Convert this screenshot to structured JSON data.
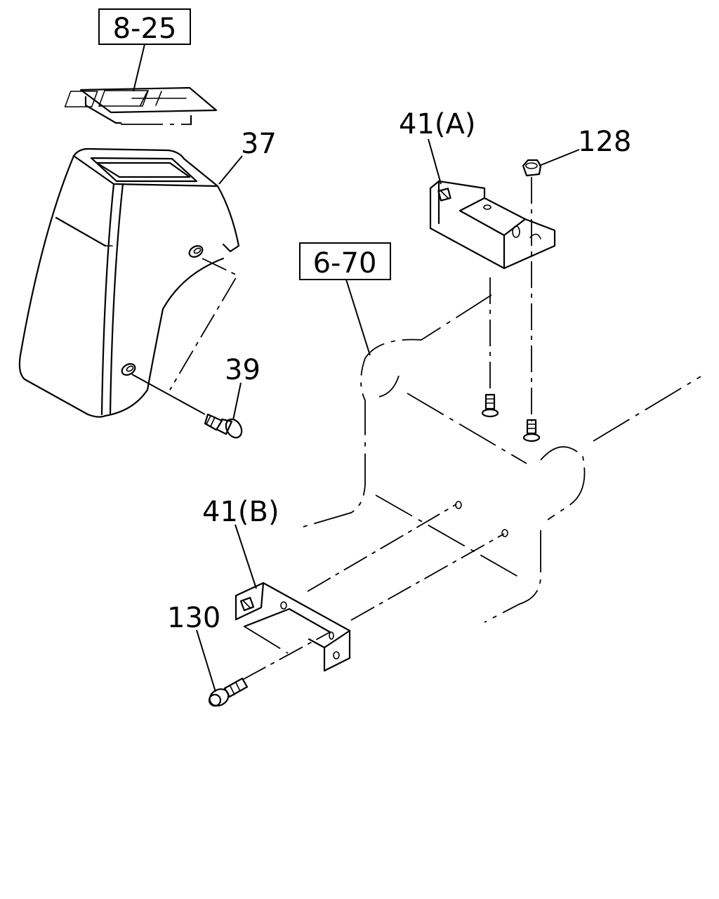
{
  "diagram": {
    "ref_boxes": [
      {
        "id": "ref-8-25",
        "text": "8-25"
      },
      {
        "id": "ref-6-70",
        "text": "6-70"
      }
    ],
    "callouts": {
      "c37": "37",
      "c39": "39",
      "c41a": "41(A)",
      "c128": "128",
      "c41b": "41(B)",
      "c130": "130"
    }
  }
}
